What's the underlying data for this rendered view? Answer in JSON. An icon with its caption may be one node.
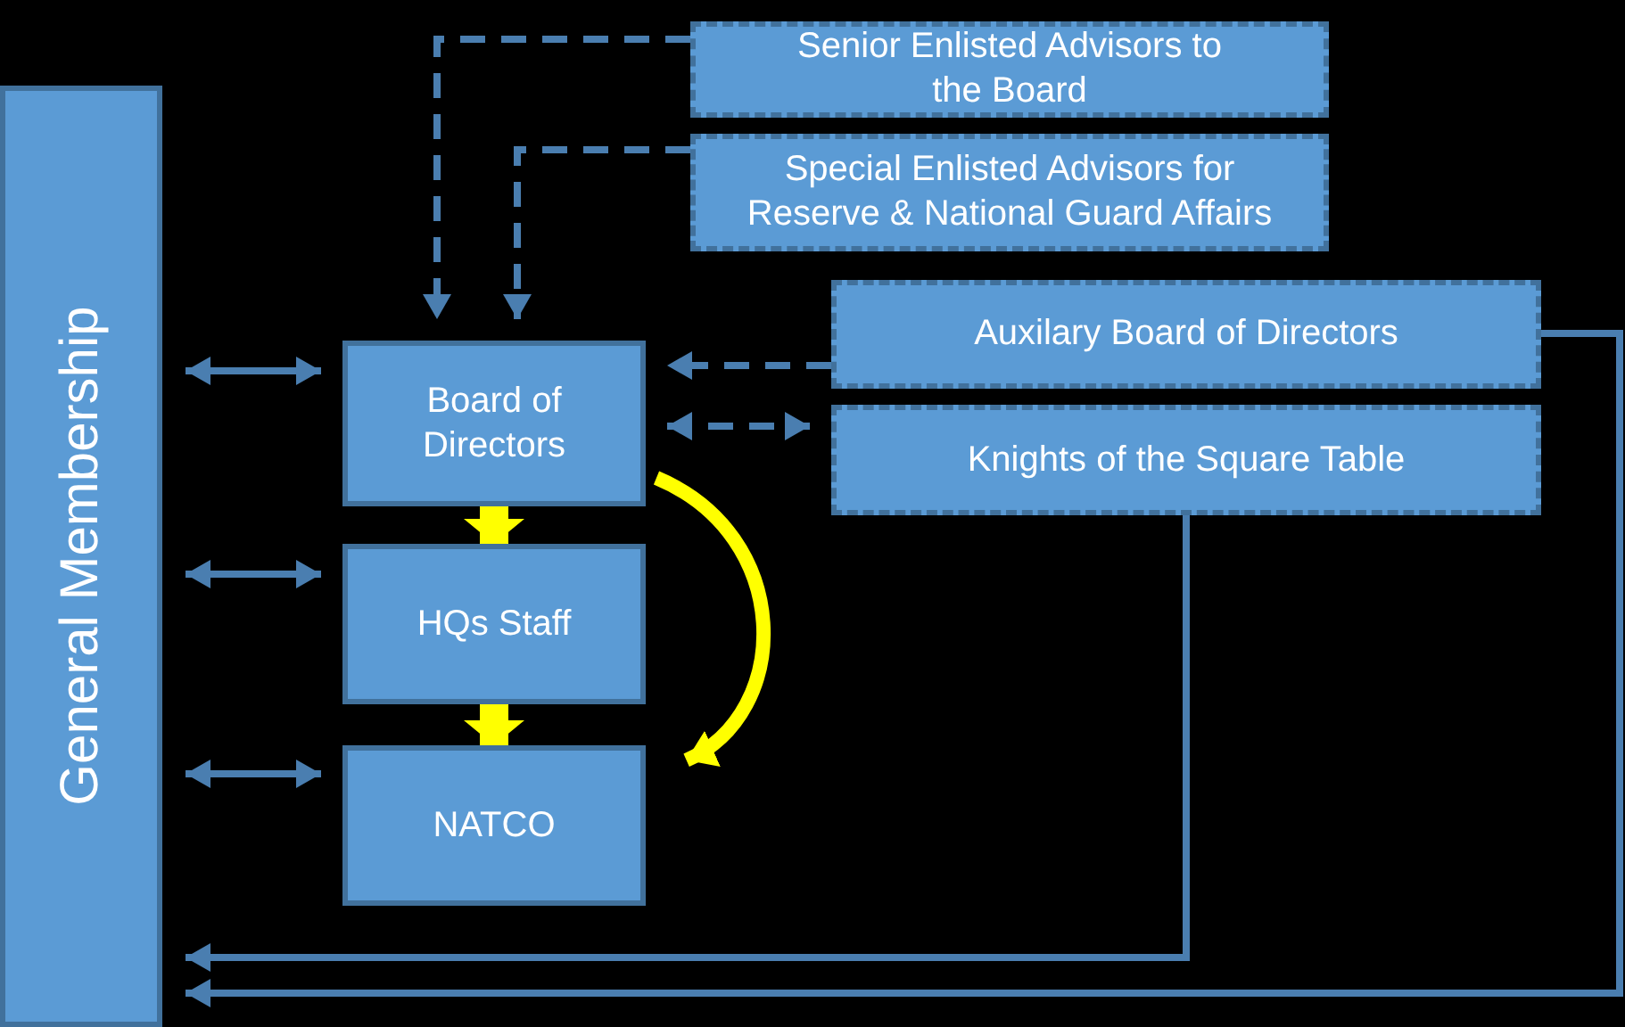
{
  "diagram": {
    "nodes": [
      {
        "text": [
          "General Membership"
        ]
      },
      {
        "text": [
          "Senior Enlisted Advisors to the Board"
        ]
      },
      {
        "text": [
          "Special Enlisted Advisors for Reserve & National Guard Affairs"
        ]
      },
      {
        "text": [
          "Auxilary Board of Directors"
        ]
      },
      {
        "text": [
          "Knights of the Square Table"
        ]
      },
      {
        "text": [
          "Board of Directors"
        ]
      },
      {
        "text": [
          "HQs Staff"
        ]
      },
      {
        "text": [
          "NATCO"
        ]
      }
    ],
    "edges": [
      {
        "from": 0,
        "to": 5,
        "arrow": "both"
      },
      {
        "from": 0,
        "to": 6,
        "arrow": "both"
      },
      {
        "from": 0,
        "to": 7,
        "arrow": "both"
      },
      {
        "from": 1,
        "to": 5,
        "arrow": "to",
        "style": "dashed"
      },
      {
        "from": 2,
        "to": 5,
        "arrow": "to",
        "style": "dashed"
      },
      {
        "from": 3,
        "to": 5,
        "arrow": "to",
        "style": "dashed"
      },
      {
        "from": 5,
        "to": 4,
        "arrow": "both",
        "style": "dashed"
      },
      {
        "from": 5,
        "to": 6,
        "arrow": "to",
        "style": "thick",
        "color": "#ffff00"
      },
      {
        "from": 6,
        "to": 7,
        "arrow": "to",
        "style": "thick",
        "color": "#ffff00"
      },
      {
        "from": 5,
        "to": 7,
        "arrow": "to",
        "style": "thick",
        "color": "#ffff00"
      },
      {
        "from": 4,
        "to": 0,
        "arrow": "to"
      },
      {
        "from": 3,
        "to": 0,
        "arrow": "to"
      }
    ]
  }
}
